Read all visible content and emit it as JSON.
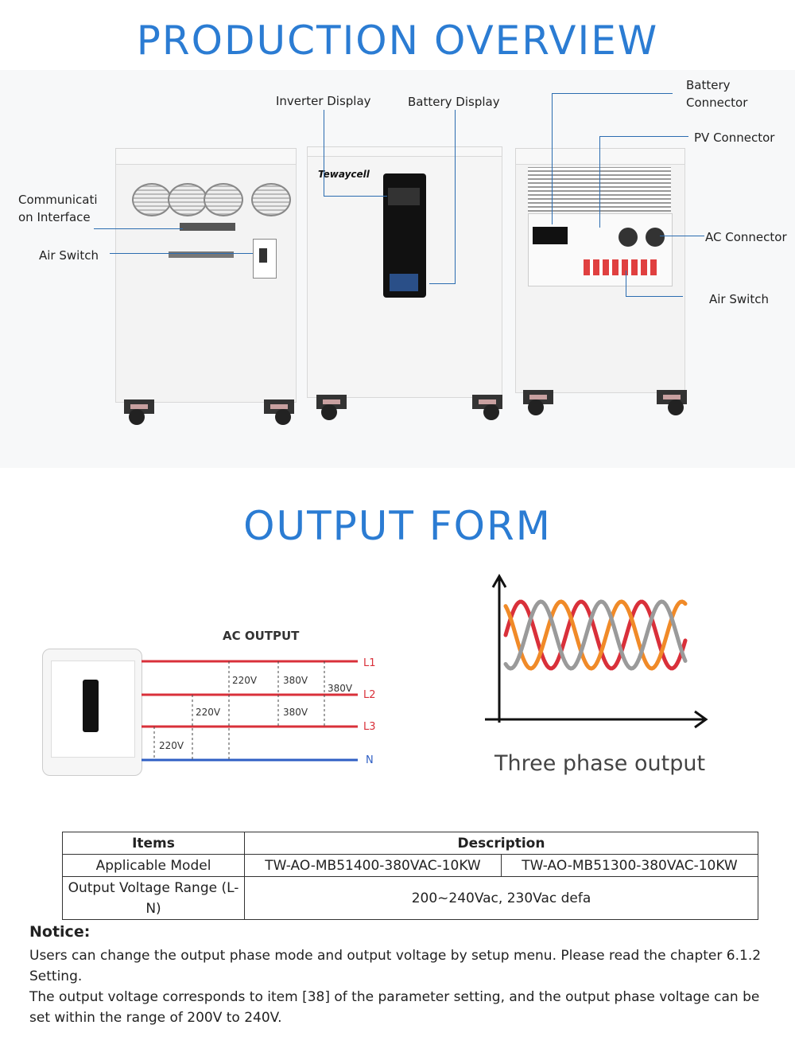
{
  "overview": {
    "title": "PRODUCTION OVERVIEW",
    "brand": "Tewaycell",
    "callouts": {
      "inverter_display": "Inverter Display",
      "battery_display": "Battery Display",
      "battery_connector": "Battery Connector",
      "pv_connector": "PV Connector",
      "communication_interface": "Communication Interface",
      "air_switch_left": "Air Switch",
      "ac_connector": "AC Connector",
      "air_switch_right": "Air Switch"
    }
  },
  "output_form": {
    "title": "OUTPUT FORM",
    "diagram": {
      "title": "AC OUTPUT",
      "lines": [
        "L1",
        "L2",
        "L3",
        "N"
      ],
      "voltages": [
        "220V",
        "380V",
        "380V",
        "220V",
        "380V",
        "220V"
      ],
      "colors": {
        "phase": "#d9303a",
        "neutral": "#2f5fc4"
      }
    },
    "waveform": {
      "caption": "Three phase output",
      "colors": [
        "#d9303a",
        "#f08a28",
        "#9a9a9a"
      ]
    }
  },
  "spec_table": {
    "headers": [
      "Items",
      "Description"
    ],
    "rows": [
      {
        "item": "Applicable Model",
        "values": [
          "TW-AO-MB51400-380VAC-10KW",
          "TW-AO-MB51300-380VAC-10KW"
        ]
      },
      {
        "item": "Output Voltage Range (L-N)",
        "values": [
          "200~240Vac, 230Vac defa"
        ]
      }
    ]
  },
  "notice": {
    "title": "Notice:",
    "paragraphs": [
      "Users can change the output phase mode and output voltage by setup menu. Please read the chapter 6.1.2 Setting.",
      "The output voltage corresponds to item [38] of the parameter setting, and the output phase voltage can be set within the range of 200V to 240V."
    ]
  }
}
